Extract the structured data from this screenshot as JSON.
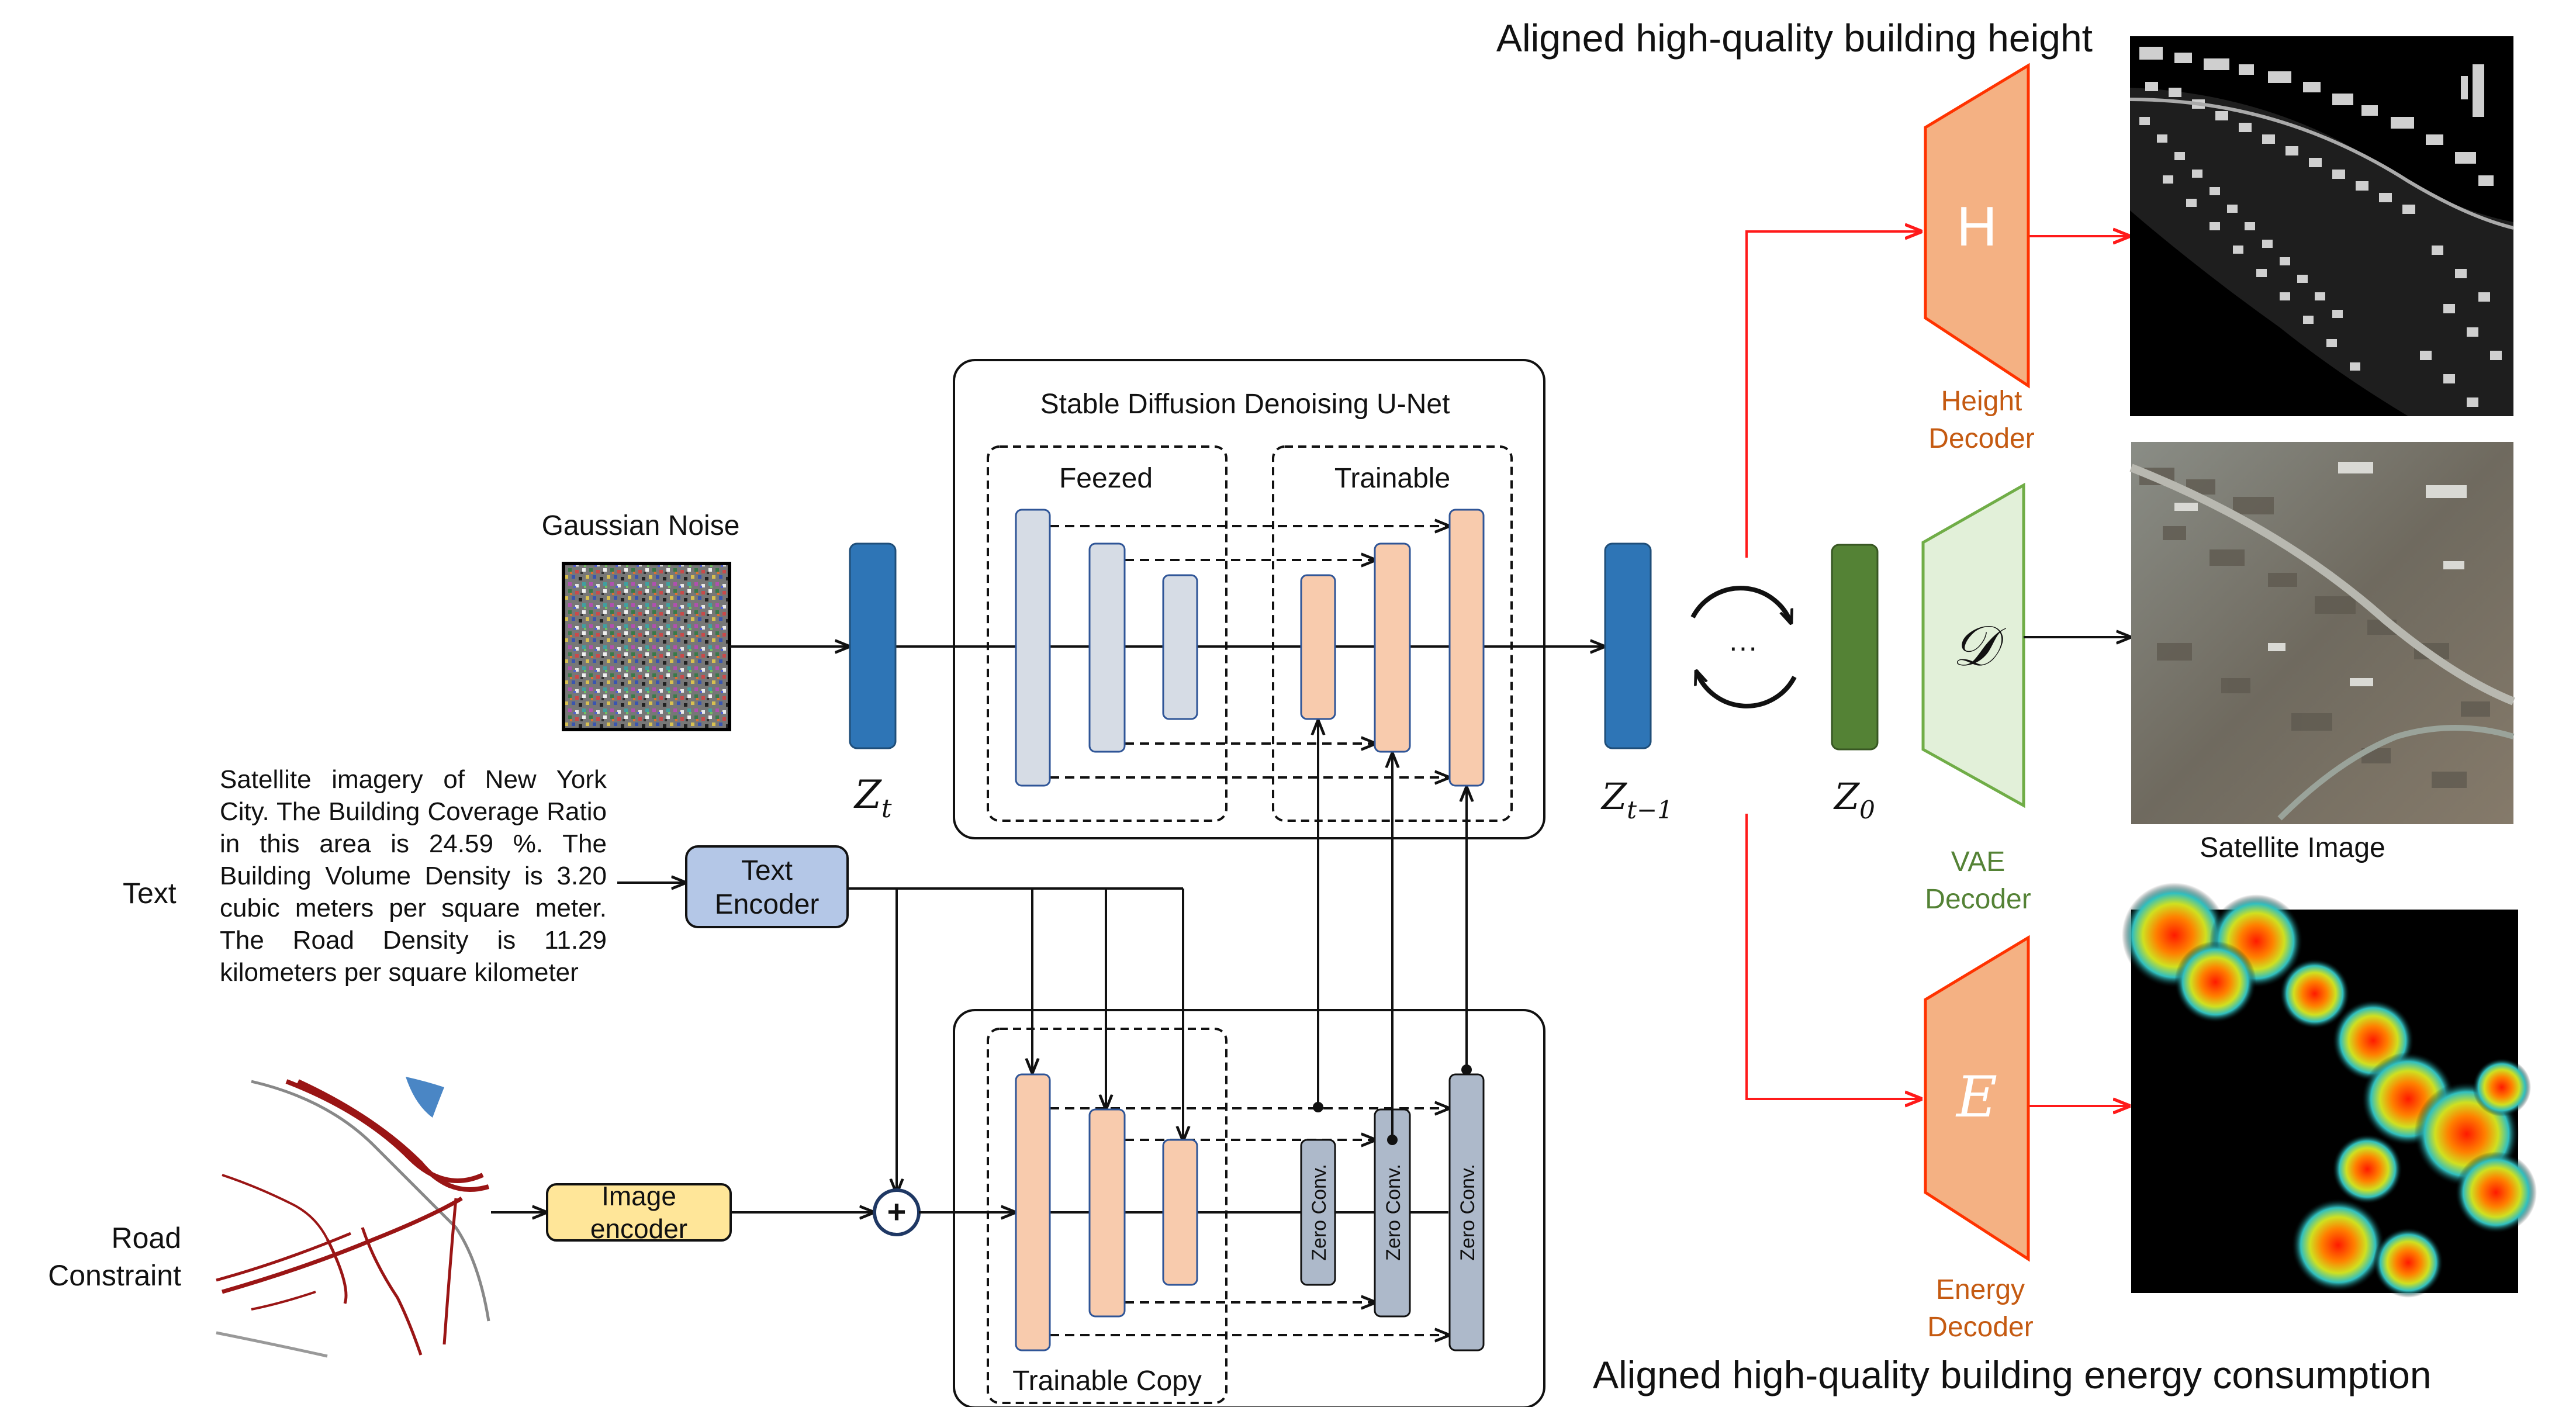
{
  "title_top": "Aligned high-quality building height",
  "title_bottom": "Aligned high-quality building energy consumption",
  "gaussian_noise": "Gaussian Noise",
  "unet": {
    "title": "Stable Diffusion Denoising U-Net",
    "frozen": "Feezed",
    "trainable": "Trainable"
  },
  "control": {
    "trainable_copy": "Trainable Copy",
    "zero_conv": "Zero Conv."
  },
  "inputs": {
    "text_label": "Text",
    "text_content": "Satellite imagery of New York City. The Building Coverage Ratio in this area is 24.59 %. The Building Volume Density is 3.20 cubic meters per square meter. The Road Density is 11.29 kilometers per square kilometer",
    "text_encoder_line1": "Text",
    "text_encoder_line2": "Encoder",
    "road_label_line1": "Road",
    "road_label_line2": "Constraint",
    "image_encoder_line1": "Image",
    "image_encoder_line2": "encoder",
    "plus": "+"
  },
  "latents": {
    "zt": "Z",
    "zt_sub": "t",
    "zt1": "Z",
    "zt1_sub": "t−1",
    "z0": "Z",
    "z0_sub": "0",
    "ellipsis": "···"
  },
  "decoders": {
    "height_symbol": "H",
    "height_line1": "Height",
    "height_line2": "Decoder",
    "vae_symbol": "𝒟",
    "vae_line1": "VAE",
    "vae_line2": "Decoder",
    "energy_symbol": "E",
    "energy_line1": "Energy",
    "energy_line2": "Decoder"
  },
  "outputs": {
    "satellite_caption": "Satellite Image"
  },
  "colors": {
    "latent_blue": "#2e75b6",
    "z0_green": "#548235",
    "frozen_block": "#d6dce5",
    "trainable_block": "#f8cbad",
    "zero_conv": "#adb9ca",
    "decoder_orange": "#f4b183",
    "decoder_stroke": "#ff3300",
    "vae_fill": "#e2f0d9",
    "vae_stroke": "#70ad47",
    "text_encoder": "#b4c7e7",
    "image_encoder": "#ffe699",
    "arrow_red": "#ff1a1a",
    "decoder_label_orange": "#c55a11",
    "vae_label_green": "#548235"
  }
}
